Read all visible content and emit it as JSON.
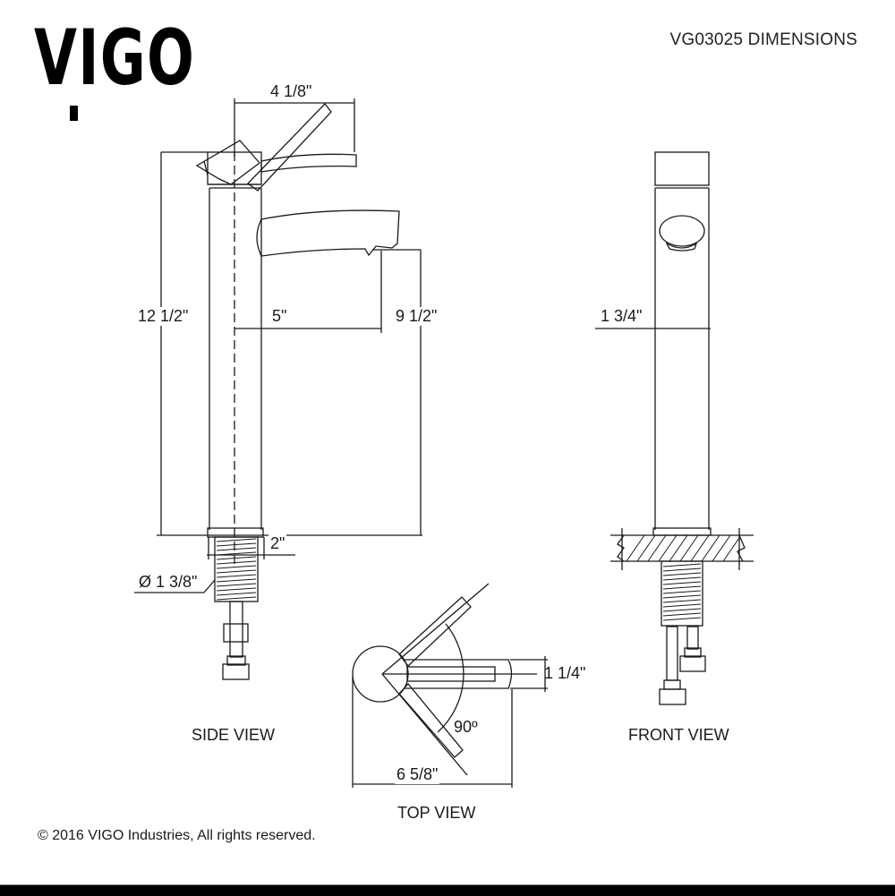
{
  "brand": {
    "logo_text": "VIGO"
  },
  "header": {
    "title": "VG03025 DIMENSIONS"
  },
  "side_view": {
    "label": "SIDE VIEW",
    "dimensions": {
      "handle_reach": "4 1/8\"",
      "total_height": "12 1/2\"",
      "spout_reach": "5\"",
      "spout_height": "9 1/2\"",
      "shank_length": "2\"",
      "shank_diameter": "Ø 1 3/8\""
    }
  },
  "front_view": {
    "label": "FRONT VIEW",
    "dimensions": {
      "body_width": "1 3/4\""
    }
  },
  "top_view": {
    "label": "TOP VIEW",
    "dimensions": {
      "spout_width": "1 1/4\"",
      "handle_rotation": "90º",
      "overall_depth": "6 5/8\""
    }
  },
  "footer": {
    "copyright": "© 2016 VIGO Industries, All rights reserved."
  },
  "colors": {
    "line": "#1a1a1a",
    "background": "#ffffff",
    "bottom_bar": "#000000"
  }
}
